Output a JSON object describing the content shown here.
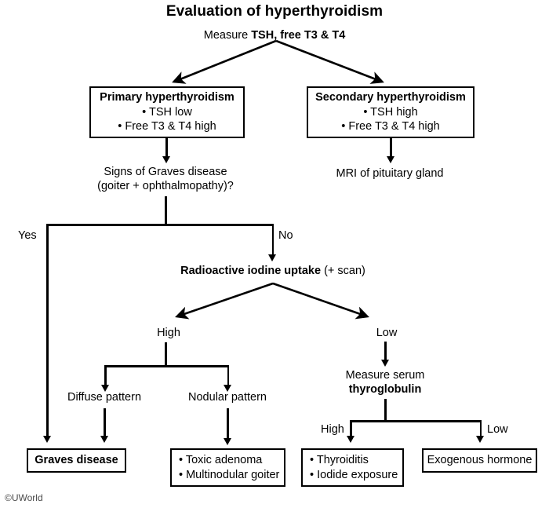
{
  "figure": {
    "title": "Evaluation of hyperthyroidism",
    "watermark": "©UWorld",
    "line_color": "#000000",
    "background": "#ffffff"
  },
  "nodes": {
    "start": {
      "label_plain": "Measure ",
      "label_bold": "TSH, free T3 & T4"
    },
    "primary": {
      "header": "Primary hyperthyroidism",
      "bullets": [
        "• TSH low",
        "• Free T3 & T4 high"
      ]
    },
    "secondary": {
      "header": "Secondary hyperthyroidism",
      "bullets": [
        "• TSH high",
        "• Free T3 & T4 high"
      ]
    },
    "graves_question": {
      "line1": "Signs of Graves disease",
      "line2": "(goiter + ophthalmopathy)?"
    },
    "mri": {
      "label": "MRI of pituitary gland"
    },
    "raiu": {
      "label_bold": "Radioactive iodine uptake",
      "label_plain": " (+ scan)"
    },
    "uptake_high": {
      "label": "High"
    },
    "uptake_low": {
      "label": "Low"
    },
    "diffuse": {
      "label": "Diffuse pattern"
    },
    "nodular": {
      "label": "Nodular pattern"
    },
    "thyroglobulin": {
      "line1": "Measure serum",
      "line2_bold": "thyroglobulin"
    },
    "tg_high": {
      "label": "High"
    },
    "tg_low": {
      "label": "Low"
    },
    "graves_result": {
      "label": "Graves disease"
    },
    "toxic": {
      "bullets": [
        "• Toxic adenoma",
        "• Multinodular goiter"
      ]
    },
    "thyroiditis": {
      "bullets": [
        "• Thyroiditis",
        "• Iodide exposure"
      ]
    },
    "exogenous": {
      "label": "Exogenous hormone"
    }
  },
  "edge_labels": {
    "yes": "Yes",
    "no": "No"
  },
  "chart_data": {
    "type": "flowchart",
    "title": "Evaluation of hyperthyroidism",
    "orientation": "top-down",
    "steps": [
      {
        "id": "start",
        "text": "Measure TSH, free T3 & T4",
        "shape": "text"
      },
      {
        "id": "primary",
        "text": "Primary hyperthyroidism; TSH low; Free T3 & T4 high",
        "shape": "box"
      },
      {
        "id": "secondary",
        "text": "Secondary hyperthyroidism; TSH high; Free T3 & T4 high",
        "shape": "box"
      },
      {
        "id": "graves_question",
        "text": "Signs of Graves disease (goiter + ophthalmopathy)?",
        "shape": "text"
      },
      {
        "id": "mri",
        "text": "MRI of pituitary gland",
        "shape": "text"
      },
      {
        "id": "raiu",
        "text": "Radioactive iodine uptake (+ scan)",
        "shape": "text"
      },
      {
        "id": "uptake_high",
        "text": "High",
        "shape": "text"
      },
      {
        "id": "uptake_low",
        "text": "Low",
        "shape": "text"
      },
      {
        "id": "diffuse",
        "text": "Diffuse pattern",
        "shape": "text"
      },
      {
        "id": "nodular",
        "text": "Nodular pattern",
        "shape": "text"
      },
      {
        "id": "thyroglobulin",
        "text": "Measure serum thyroglobulin",
        "shape": "text"
      },
      {
        "id": "tg_high",
        "text": "High",
        "shape": "text"
      },
      {
        "id": "tg_low",
        "text": "Low",
        "shape": "text"
      },
      {
        "id": "graves_result",
        "text": "Graves disease",
        "shape": "box"
      },
      {
        "id": "toxic",
        "text": "Toxic adenoma; Multinodular goiter",
        "shape": "box"
      },
      {
        "id": "thyroiditis",
        "text": "Thyroiditis; Iodide exposure",
        "shape": "box"
      },
      {
        "id": "exogenous",
        "text": "Exogenous hormone",
        "shape": "box"
      }
    ],
    "edges": [
      {
        "from": "start",
        "to": "primary",
        "label": ""
      },
      {
        "from": "start",
        "to": "secondary",
        "label": ""
      },
      {
        "from": "primary",
        "to": "graves_question",
        "label": ""
      },
      {
        "from": "secondary",
        "to": "mri",
        "label": ""
      },
      {
        "from": "graves_question",
        "to": "graves_result",
        "label": "Yes"
      },
      {
        "from": "graves_question",
        "to": "raiu",
        "label": "No"
      },
      {
        "from": "raiu",
        "to": "uptake_high",
        "label": ""
      },
      {
        "from": "raiu",
        "to": "uptake_low",
        "label": ""
      },
      {
        "from": "uptake_high",
        "to": "diffuse",
        "label": ""
      },
      {
        "from": "uptake_high",
        "to": "nodular",
        "label": ""
      },
      {
        "from": "diffuse",
        "to": "graves_result",
        "label": ""
      },
      {
        "from": "nodular",
        "to": "toxic",
        "label": ""
      },
      {
        "from": "uptake_low",
        "to": "thyroglobulin",
        "label": ""
      },
      {
        "from": "thyroglobulin",
        "to": "thyroiditis",
        "label": "High"
      },
      {
        "from": "thyroglobulin",
        "to": "exogenous",
        "label": "Low"
      }
    ]
  }
}
